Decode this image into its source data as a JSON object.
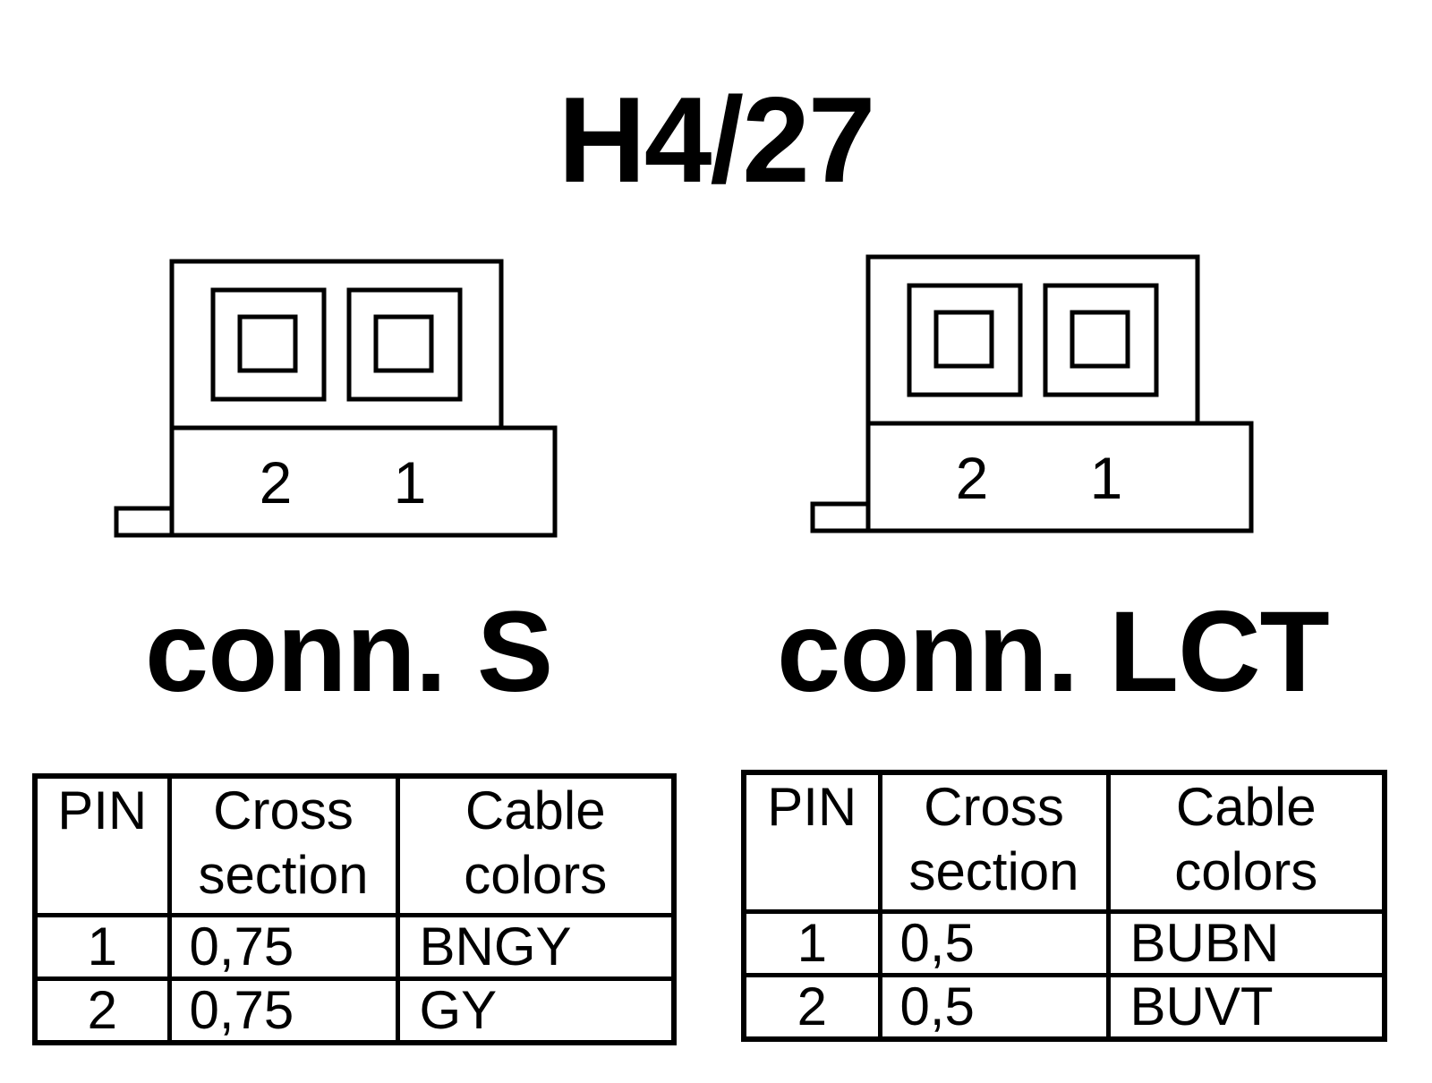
{
  "title": "H4/27",
  "connectors": [
    {
      "label": "conn. S",
      "pin_labels": [
        "2",
        "1"
      ],
      "table": {
        "headers": {
          "pin": "PIN",
          "cross_section": [
            "Cross",
            "section"
          ],
          "cable_colors": [
            "Cable",
            "colors"
          ]
        },
        "rows": [
          {
            "pin": "1",
            "cross_section": "0,75",
            "color": "BNGY"
          },
          {
            "pin": "2",
            "cross_section": "0,75",
            "color": "GY"
          }
        ]
      }
    },
    {
      "label": "conn. LCT",
      "pin_labels": [
        "2",
        "1"
      ],
      "table": {
        "headers": {
          "pin": "PIN",
          "cross_section": [
            "Cross",
            "section"
          ],
          "cable_colors": [
            "Cable",
            "colors"
          ]
        },
        "rows": [
          {
            "pin": "1",
            "cross_section": "0,5",
            "color": "BUBN"
          },
          {
            "pin": "2",
            "cross_section": "0,5",
            "color": "BUVT"
          }
        ]
      }
    }
  ]
}
